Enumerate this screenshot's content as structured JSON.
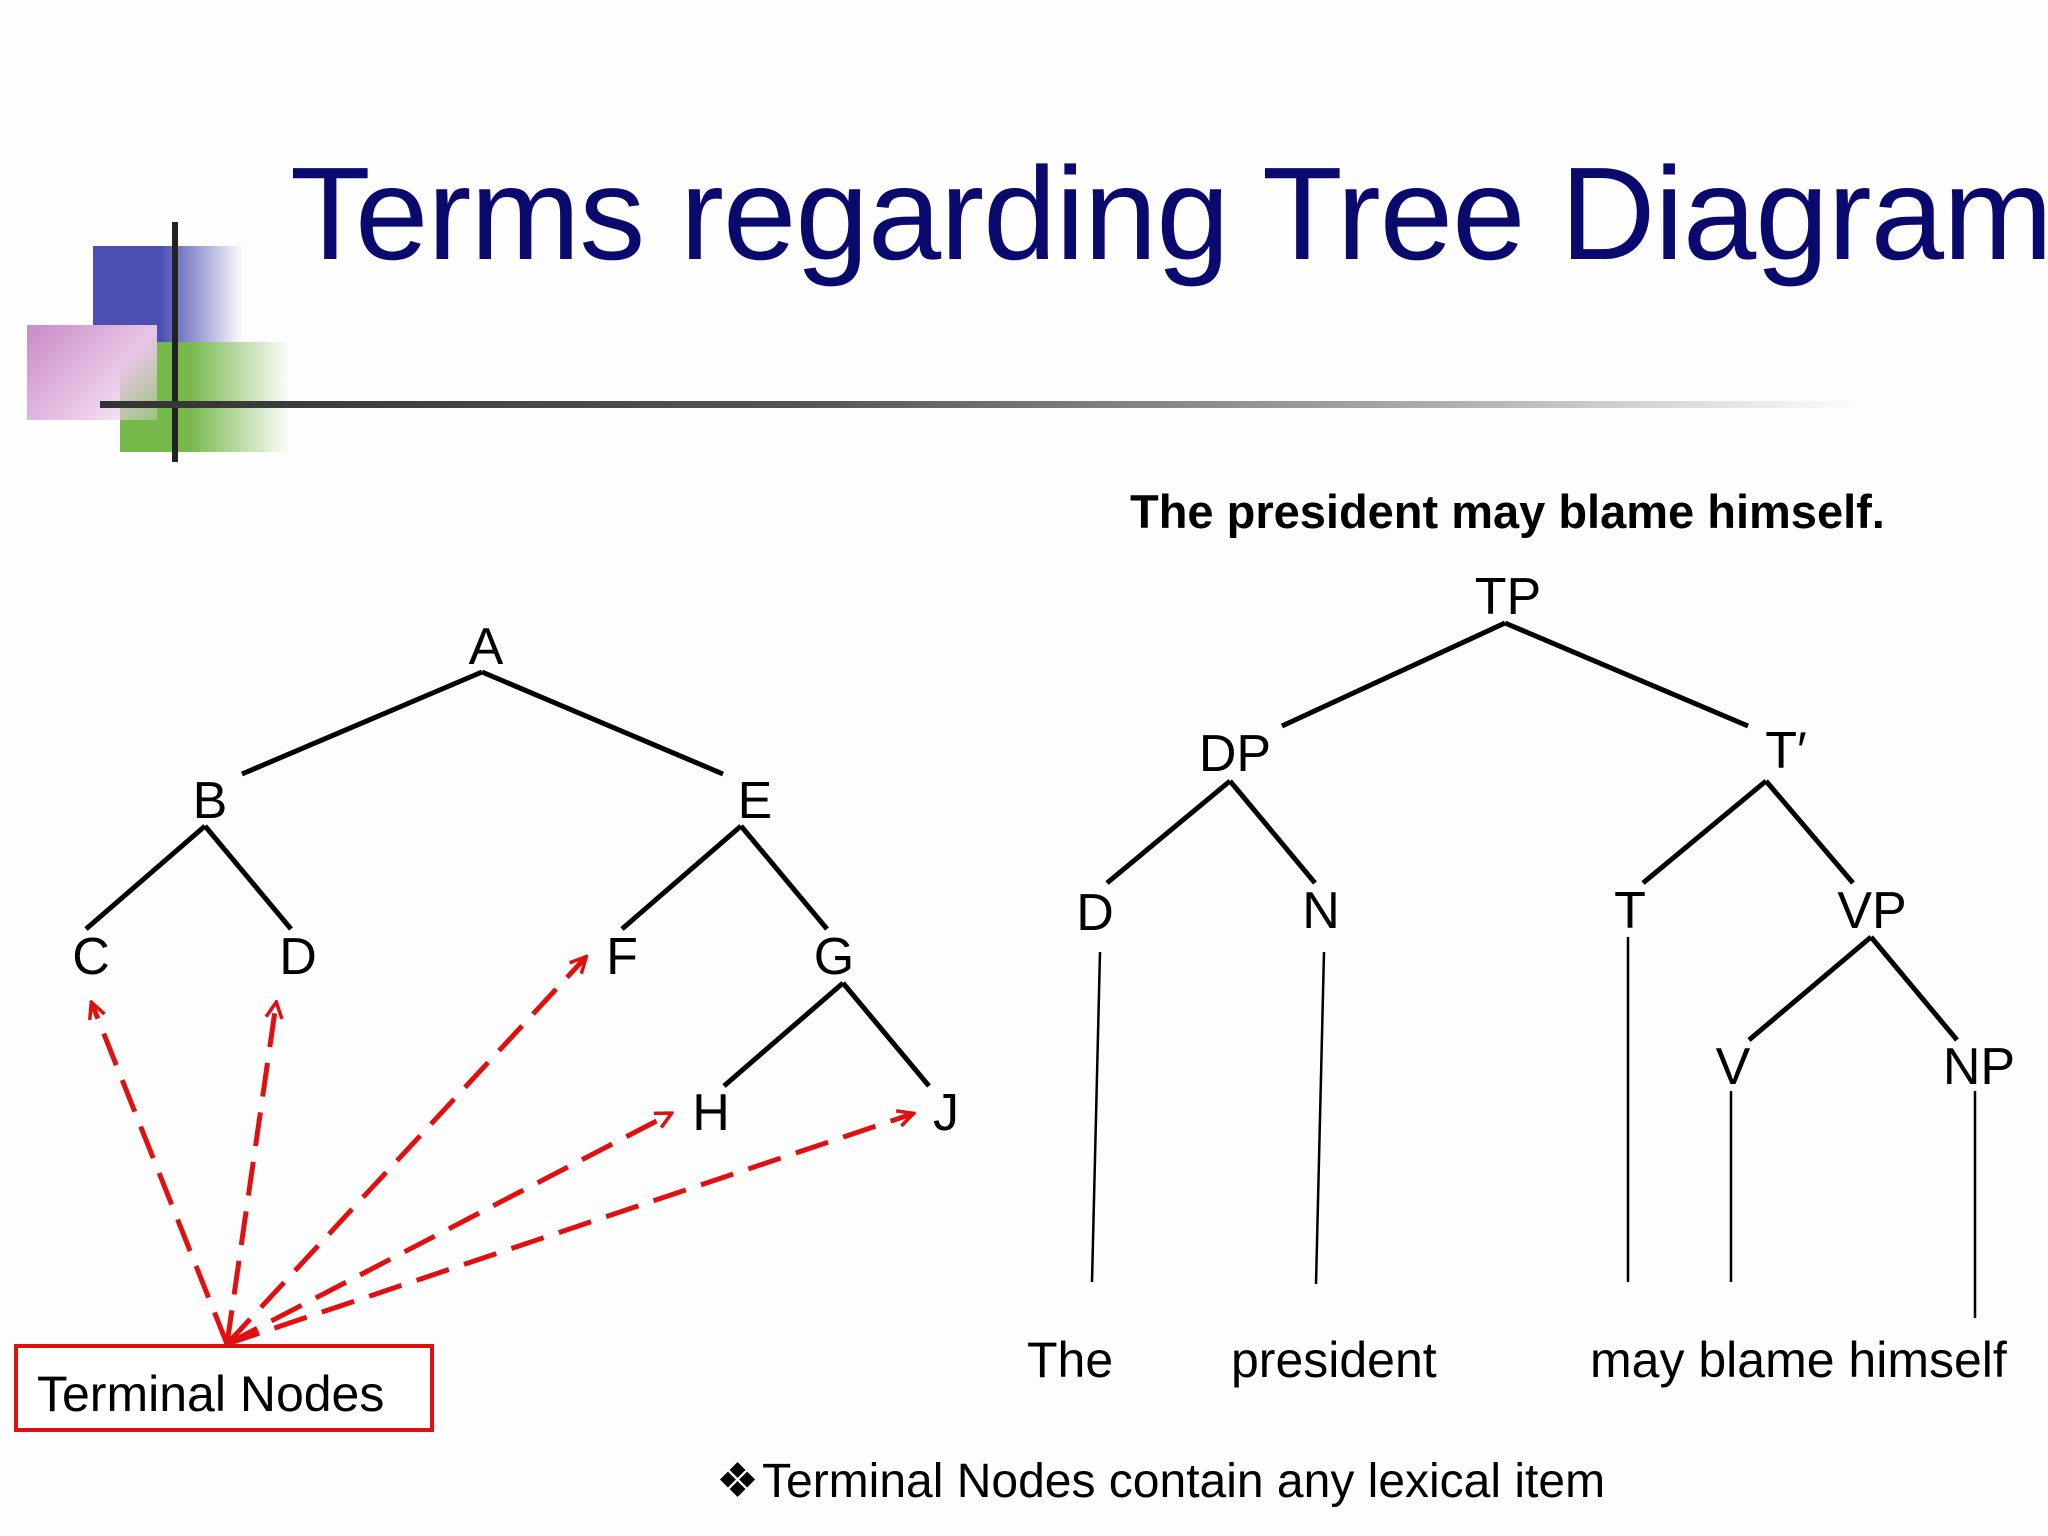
{
  "title": "Terms regarding Tree Diagram",
  "left_tree": {
    "nodes": [
      "A",
      "B",
      "E",
      "C",
      "D",
      "F",
      "G",
      "H",
      "J"
    ],
    "callout_label": "Terminal Nodes",
    "arrow_color": "#e01010",
    "box_color": "#e01010"
  },
  "right_tree": {
    "sentence": "The president may blame himself.",
    "nodes": [
      "TP",
      "DP",
      "T′",
      "D",
      "N",
      "T",
      "VP",
      "V",
      "NP"
    ],
    "words": [
      "The",
      "president",
      "may blame himself"
    ]
  },
  "note": {
    "bullet": "❖",
    "text": "Terminal Nodes contain any lexical item"
  },
  "colors": {
    "title": "#0a0a6e",
    "deco_blue": "#4b4fb3",
    "deco_green": "#76b84a",
    "deco_pink": "#c98ac6"
  }
}
